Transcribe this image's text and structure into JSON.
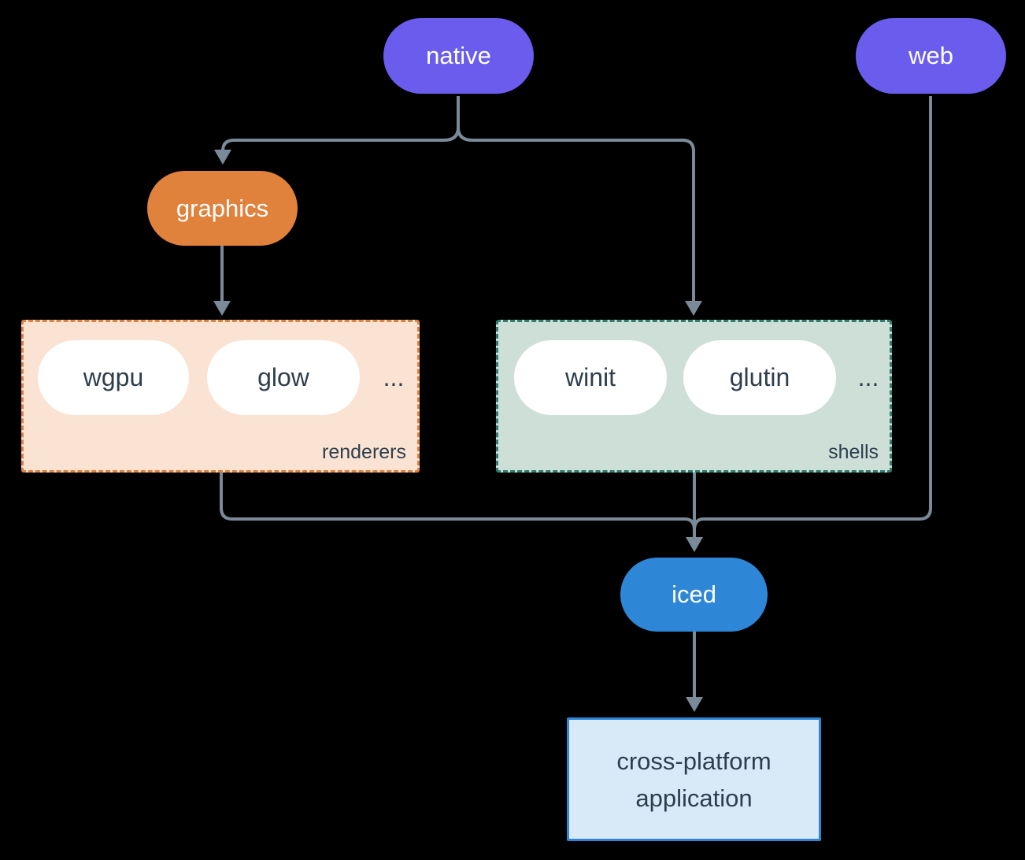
{
  "colors": {
    "bg": "#000000",
    "line": "#7A8A99",
    "purple": "#6A5CEC",
    "orange": "#E0813C",
    "blue": "#2D87D6",
    "peach_bg": "#FAE3D2",
    "peach_border": "#E0813C",
    "sage_bg": "#CEDFD8",
    "sage_border": "#2E7D6E",
    "app_bg": "#D8E9F8",
    "app_border": "#2D87D6",
    "dark_text": "#2E3E4E",
    "pill_text": "#FFFFFF",
    "pill_bg": "#FFFFFF"
  },
  "nodes": {
    "native": "native",
    "web": "web",
    "graphics": "graphics",
    "iced": "iced"
  },
  "renderers": {
    "pill1": "wgpu",
    "pill2": "glow",
    "ellipsis": "...",
    "label": "renderers"
  },
  "shells": {
    "pill1": "winit",
    "pill2": "glutin",
    "ellipsis": "...",
    "label": "shells"
  },
  "app": {
    "line1": "cross-platform",
    "line2": "application"
  }
}
